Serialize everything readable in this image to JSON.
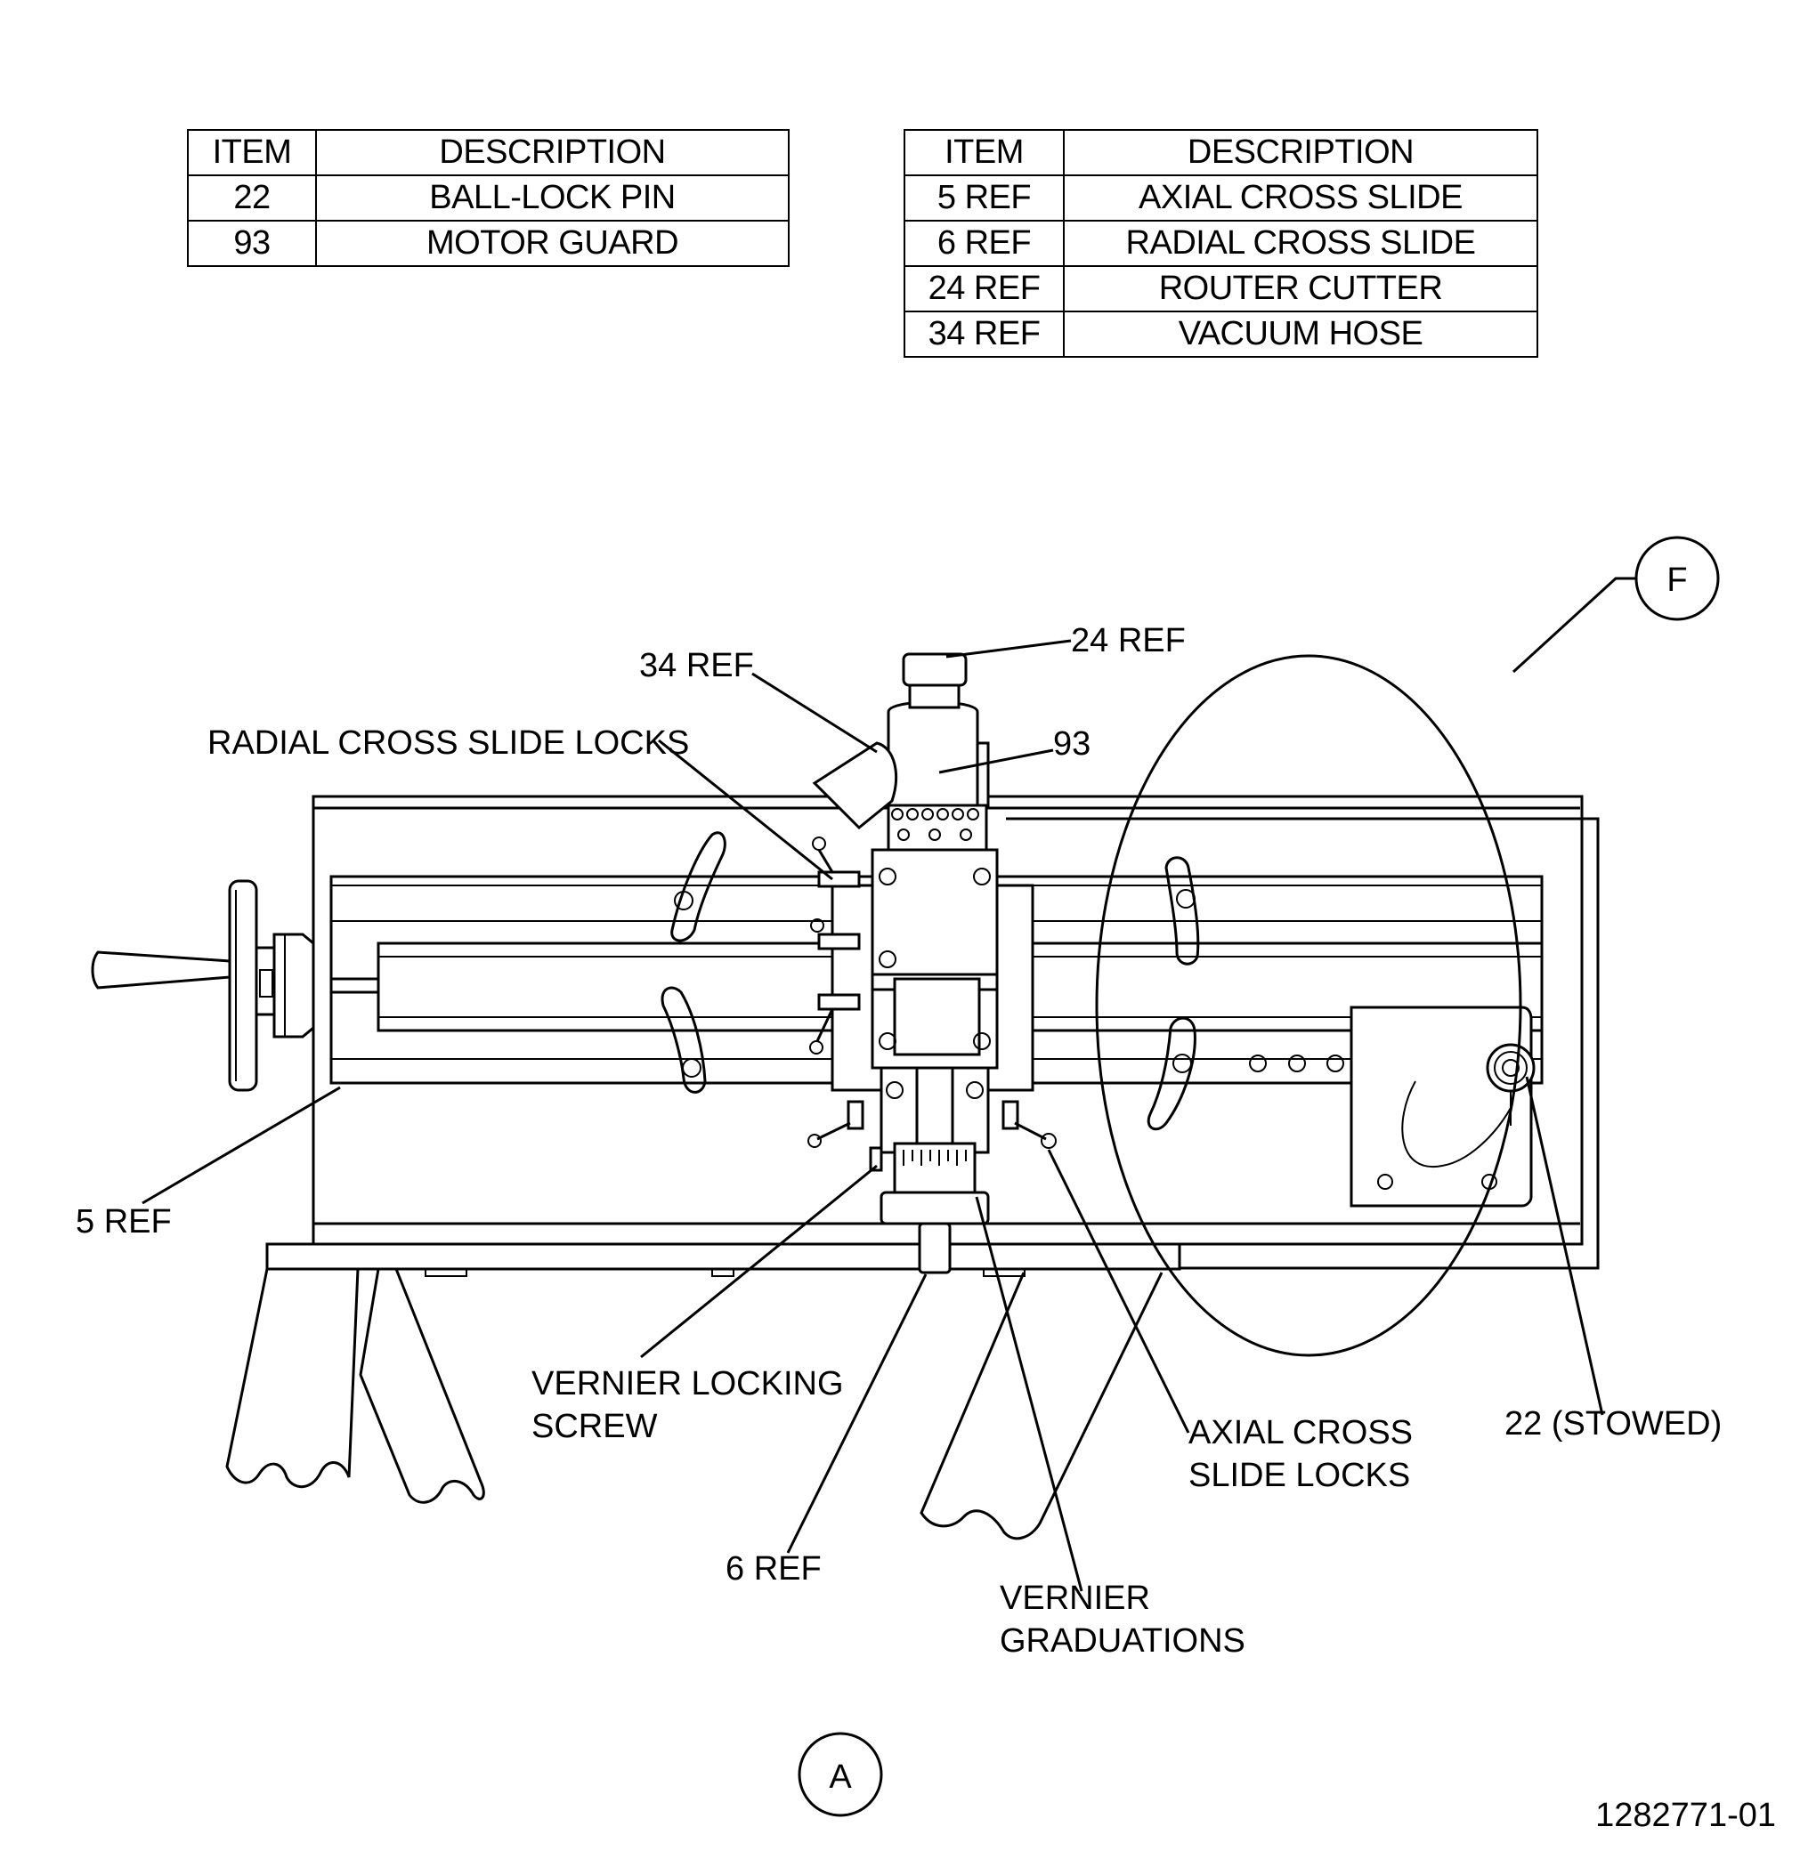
{
  "tables": {
    "left": {
      "headers": [
        "ITEM",
        "DESCRIPTION"
      ],
      "rows": [
        [
          "22",
          "BALL-LOCK PIN"
        ],
        [
          "93",
          "MOTOR GUARD"
        ]
      ]
    },
    "right": {
      "headers": [
        "ITEM",
        "DESCRIPTION"
      ],
      "rows": [
        [
          "5 REF",
          "AXIAL CROSS SLIDE"
        ],
        [
          "6 REF",
          "RADIAL CROSS SLIDE"
        ],
        [
          "24 REF",
          "ROUTER CUTTER"
        ],
        [
          "34 REF",
          "VACUUM HOSE"
        ]
      ]
    }
  },
  "callouts": {
    "ref_24": "24 REF",
    "ref_34": "34 REF",
    "item_93": "93",
    "radial_locks": "RADIAL CROSS SLIDE LOCKS",
    "ref_5": "5 REF",
    "vernier_locking_1": "VERNIER LOCKING",
    "vernier_locking_2": "SCREW",
    "ref_6": "6 REF",
    "vernier_grad_1": "VERNIER",
    "vernier_grad_2": "GRADUATIONS",
    "axial_locks_1": "AXIAL CROSS",
    "axial_locks_2": "SLIDE LOCKS",
    "item_22_stowed": "22 (STOWED)"
  },
  "detail_label": "F",
  "view_label": "A",
  "drawing_number": "1282771-01"
}
